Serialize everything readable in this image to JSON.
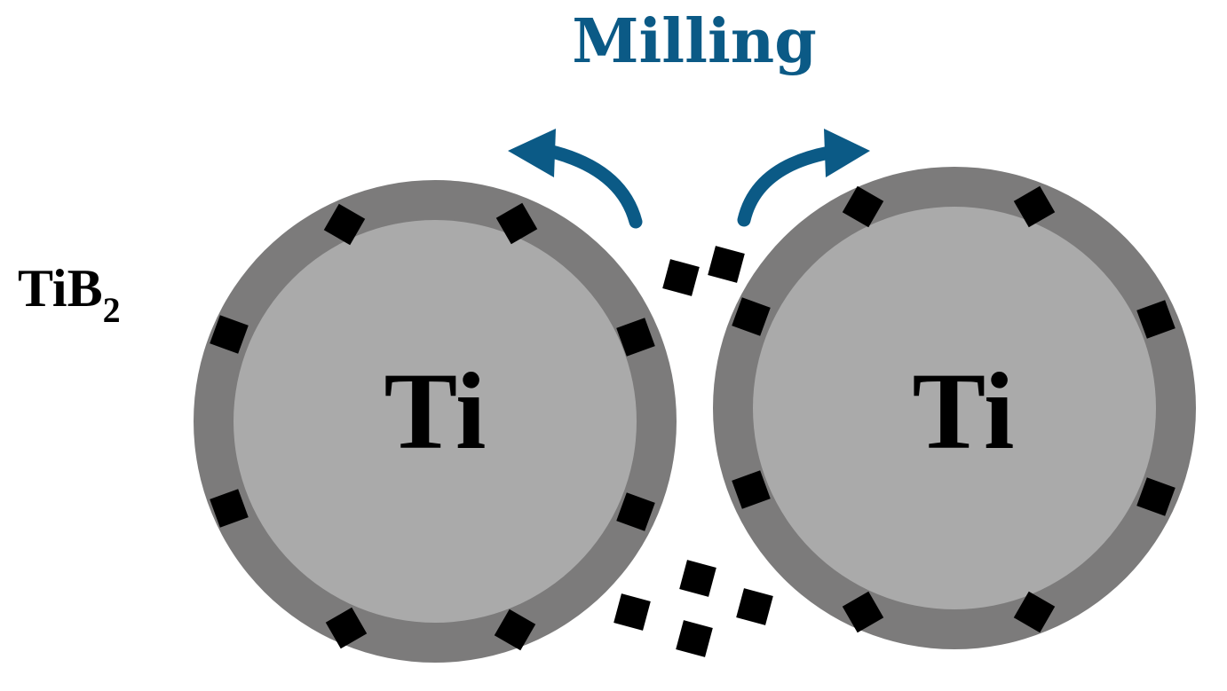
{
  "title": "Milling",
  "particle_label": {
    "base": "TiB",
    "subscript": "2"
  },
  "left_particle": {
    "core_label": "Ti"
  },
  "right_particle": {
    "core_label": "Ti"
  },
  "colors": {
    "title": "#0b5a86",
    "arrow": "#0b5a86",
    "shell": "#7c7b7b",
    "core": "#aaaaaa",
    "particle": "#000000"
  }
}
